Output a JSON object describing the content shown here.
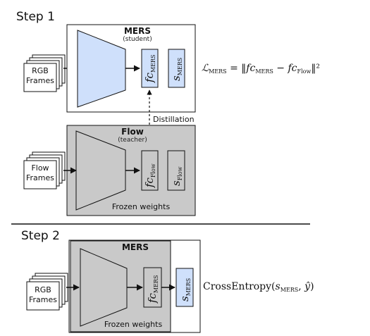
{
  "step1": {
    "title": "Step 1",
    "student": {
      "name": "MERS",
      "role": "(student)",
      "fc_label": "fc",
      "fc_sub": "MERS",
      "s_label": "s",
      "s_sub": "MERS"
    },
    "input": {
      "line1": "RGB",
      "line2": "Frames"
    },
    "loss": {
      "lhs": "ℒ",
      "lhs_sub": "MERS",
      "eq": " = ‖",
      "fc": "fc",
      "fc_sub1": "MERS",
      "minus": " − ",
      "fc_sub2": "Flow",
      "rhs": "‖²"
    },
    "distillation_label": "Distillation",
    "teacher": {
      "name": "Flow",
      "role": "(teacher)",
      "fc_label": "fc",
      "fc_sub": "Flow",
      "s_label": "s",
      "s_sub": "Flow",
      "frozen_label": "Frozen weights"
    },
    "teacher_input": {
      "line1": "Flow",
      "line2": "Frames"
    }
  },
  "step2": {
    "title": "Step 2",
    "model": {
      "name": "MERS",
      "fc_label": "fc",
      "fc_sub": "MERS",
      "s_label": "s",
      "s_sub": "MERS",
      "frozen_label": "Frozen weights"
    },
    "input": {
      "line1": "RGB",
      "line2": "Frames"
    },
    "loss": {
      "text": "CrossEntropy(",
      "s": "s",
      "s_sub": "MERS",
      "mid": ", ",
      "y": "ŷ",
      "end": ")"
    }
  },
  "colors": {
    "encoder_blue": "#cfe0fb",
    "frozen_gray": "#c9c9c9",
    "stroke": "#111111"
  }
}
